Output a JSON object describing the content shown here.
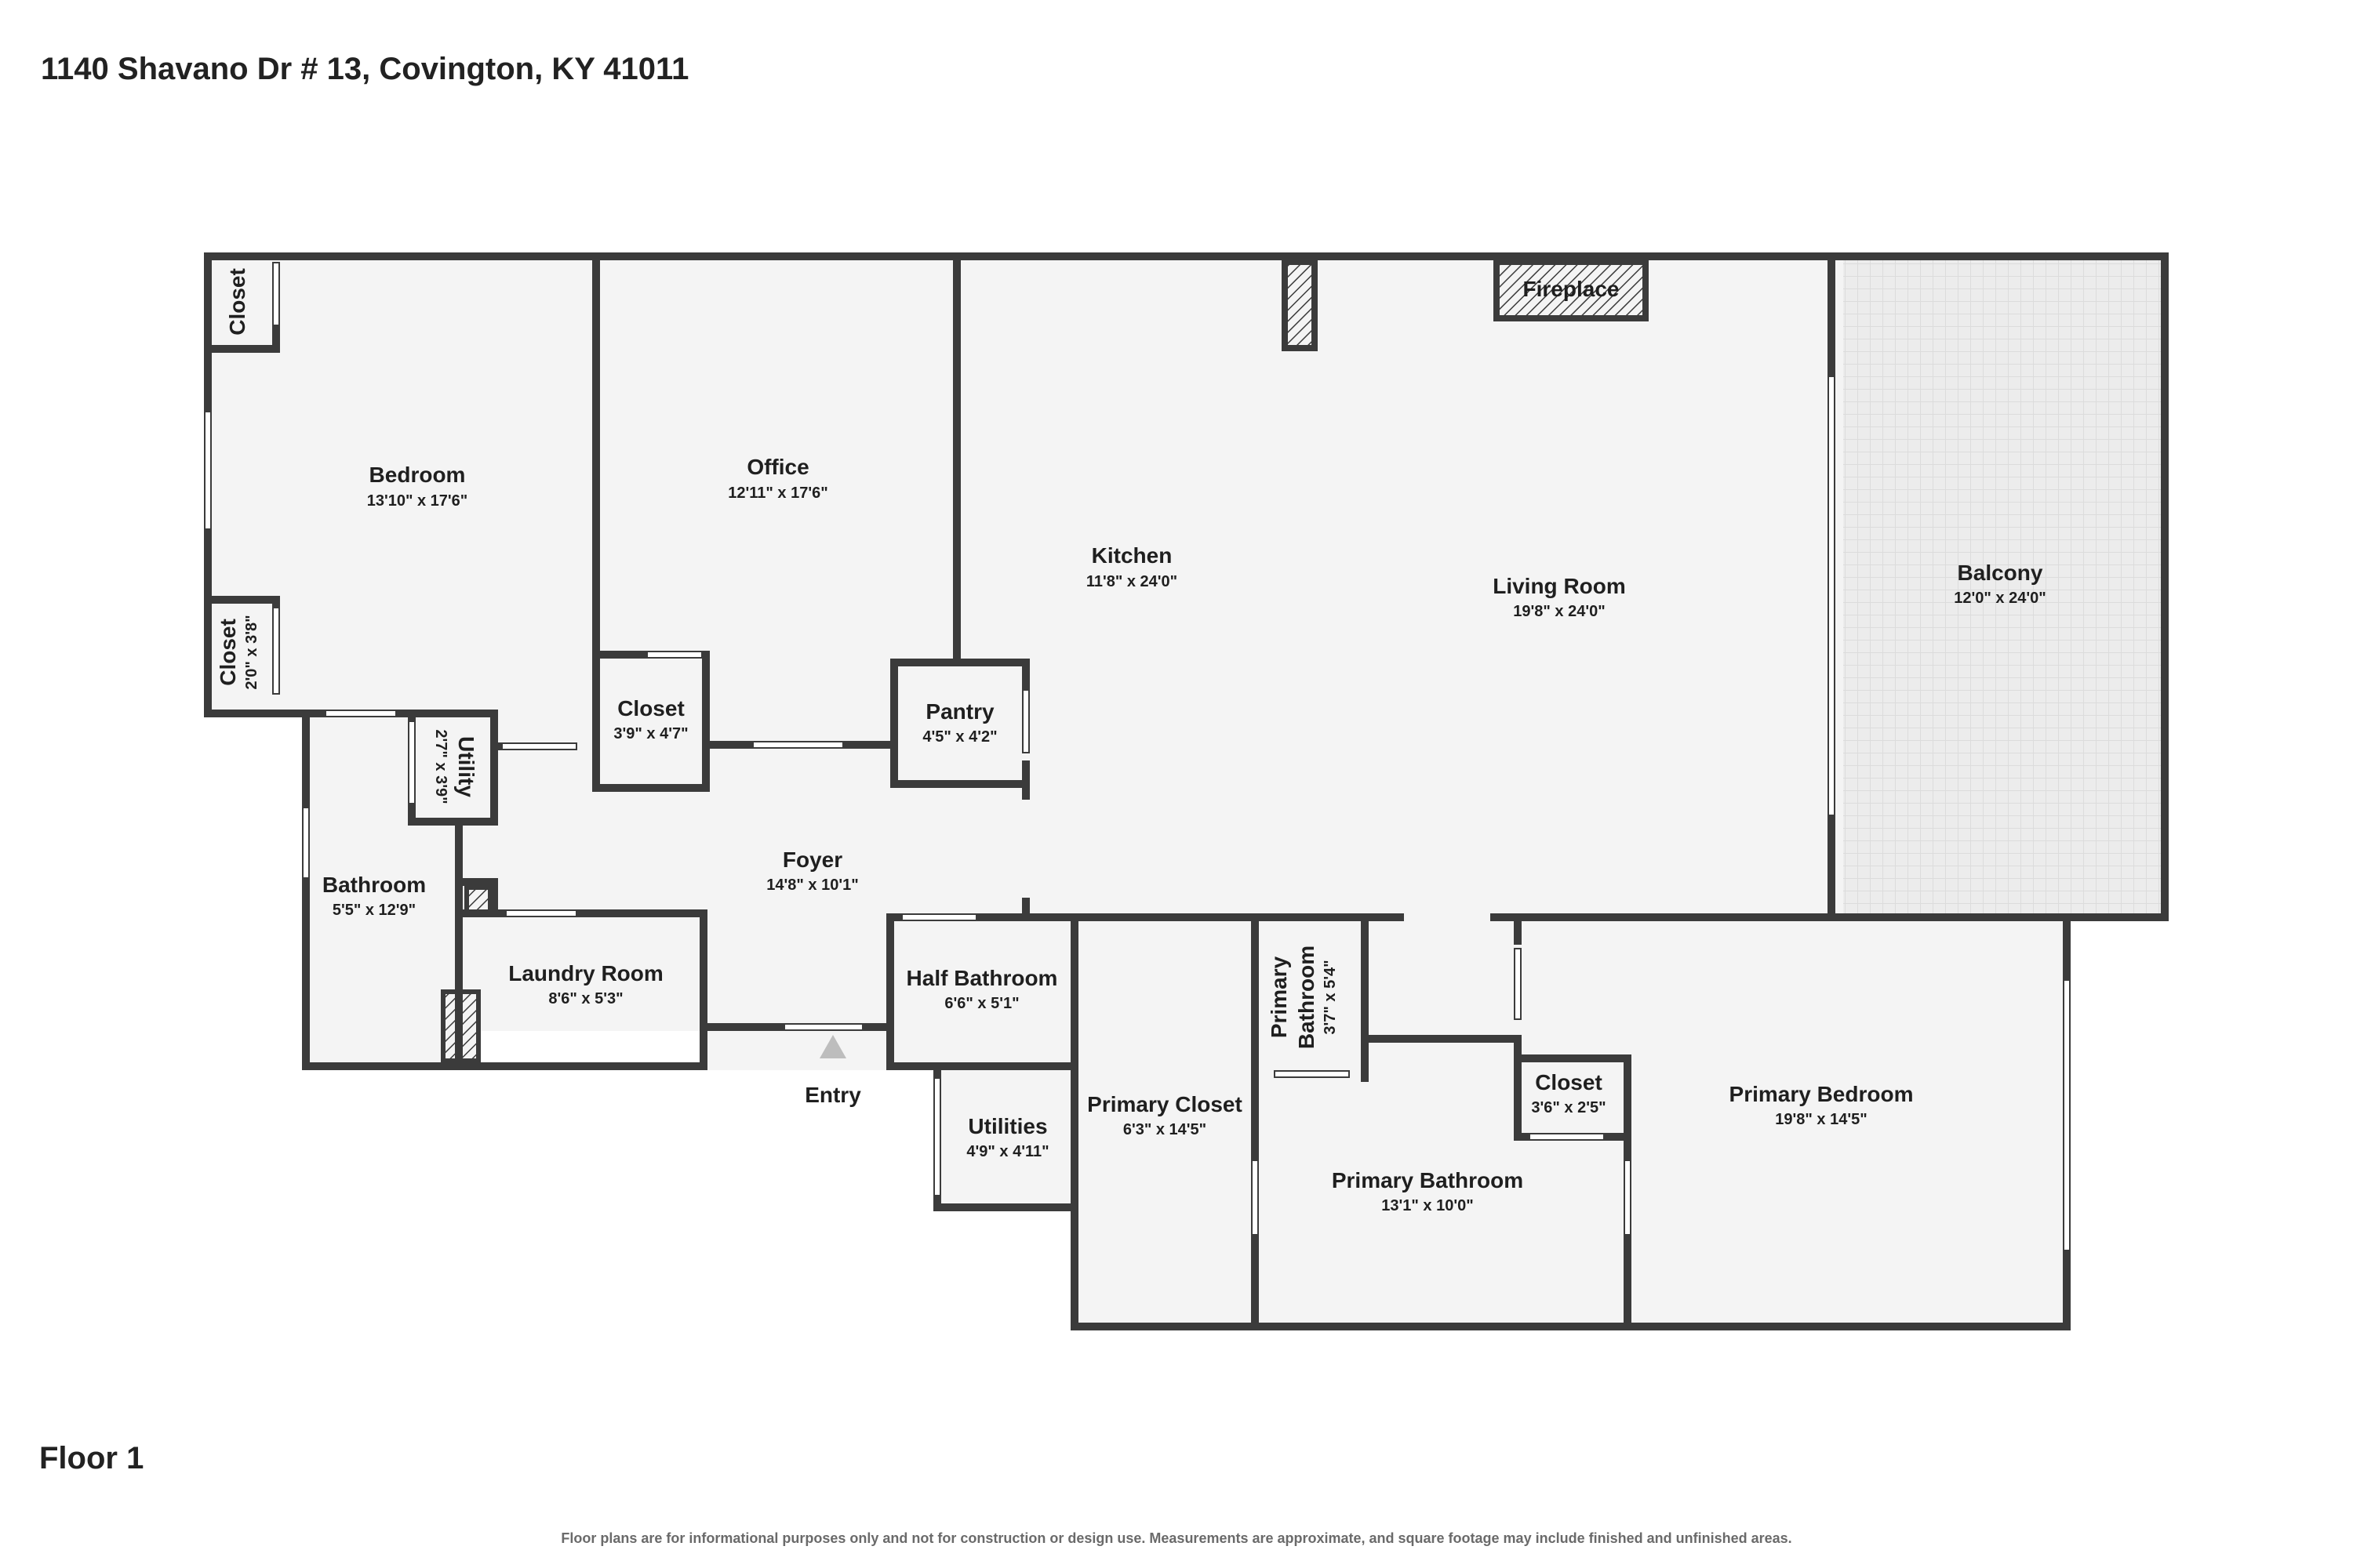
{
  "address": "1140 Shavano Dr # 13, Covington, KY 41011",
  "floor_label": "Floor 1",
  "disclaimer": "Floor plans are for informational purposes only and not for construction or design use. Measurements are approximate, and square footage may include finished and unfinished areas.",
  "entry_label": "Entry",
  "fireplace_label": "Fireplace",
  "rooms": {
    "bedroom": {
      "name": "Bedroom",
      "dims": "13'10\" x 17'6\""
    },
    "closet_top": {
      "name": "Closet",
      "dims": ""
    },
    "closet_left": {
      "name": "Closet",
      "dims": "2'0\" x 3'8\""
    },
    "office": {
      "name": "Office",
      "dims": "12'11\" x 17'6\""
    },
    "closet_office": {
      "name": "Closet",
      "dims": "3'9\" x 4'7\""
    },
    "pantry": {
      "name": "Pantry",
      "dims": "4'5\" x 4'2\""
    },
    "kitchen": {
      "name": "Kitchen",
      "dims": "11'8\" x 24'0\""
    },
    "living_room": {
      "name": "Living Room",
      "dims": "19'8\" x 24'0\""
    },
    "balcony": {
      "name": "Balcony",
      "dims": "12'0\" x 24'0\""
    },
    "utility": {
      "name": "Utility",
      "dims": "2'7\" x 3'9\""
    },
    "bathroom": {
      "name": "Bathroom",
      "dims": "5'5\" x 12'9\""
    },
    "foyer": {
      "name": "Foyer",
      "dims": "14'8\" x 10'1\""
    },
    "laundry": {
      "name": "Laundry Room",
      "dims": "8'6\" x 5'3\""
    },
    "half_bath": {
      "name": "Half Bathroom",
      "dims": "6'6\" x 5'1\""
    },
    "utilities": {
      "name": "Utilities",
      "dims": "4'9\" x 4'11\""
    },
    "primary_closet": {
      "name": "Primary Closet",
      "dims": "6'3\" x 14'5\""
    },
    "primary_bath_small_line1": {
      "name": "Primary",
      "dims": ""
    },
    "primary_bath_small_line2": {
      "name": "Bathroom",
      "dims": "3'7\" x 5'4\""
    },
    "closet_primary": {
      "name": "Closet",
      "dims": "3'6\" x 2'5\""
    },
    "primary_bathroom": {
      "name": "Primary Bathroom",
      "dims": "13'1\" x 10'0\""
    },
    "primary_bedroom": {
      "name": "Primary Bedroom",
      "dims": "19'8\" x 14'5\""
    }
  },
  "colors": {
    "wall": "#3b3b3b",
    "floor": "#f4f4f4",
    "balcony": "#e9e9e9",
    "text": "#1f1f1f",
    "entry_arrow": "#bdbdbd"
  }
}
